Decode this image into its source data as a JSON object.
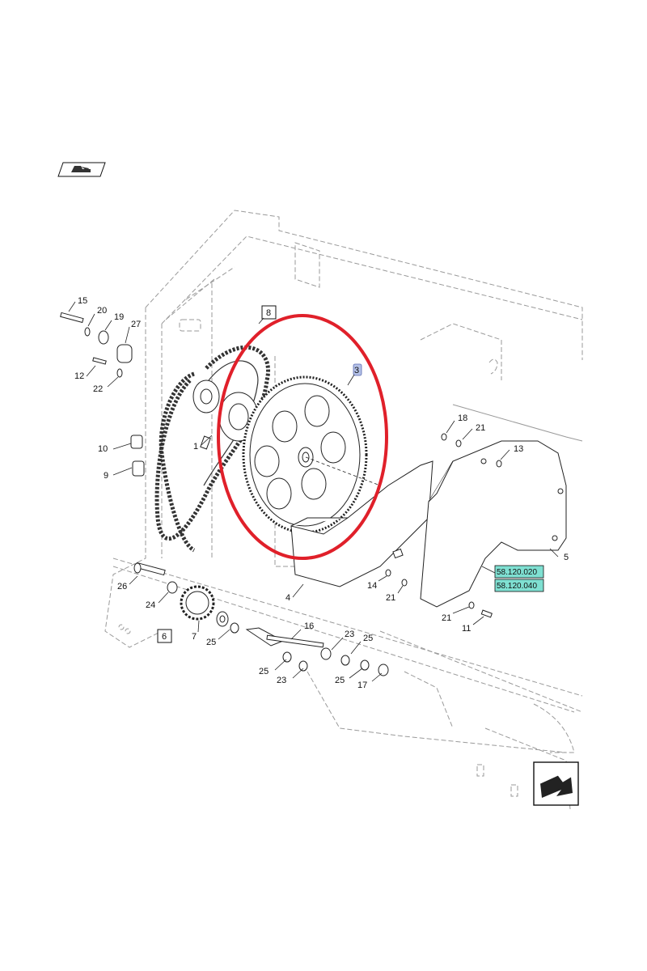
{
  "header": {
    "icon": "wrench-nav-icon"
  },
  "callouts": [
    {
      "id": "c15",
      "label": "15"
    },
    {
      "id": "c20",
      "label": "20"
    },
    {
      "id": "c19",
      "label": "19"
    },
    {
      "id": "c27",
      "label": "27"
    },
    {
      "id": "c12",
      "label": "12"
    },
    {
      "id": "c22",
      "label": "22"
    },
    {
      "id": "c10",
      "label": "10"
    },
    {
      "id": "c9",
      "label": "9"
    },
    {
      "id": "c1",
      "label": "1"
    },
    {
      "id": "c8",
      "label": "8"
    },
    {
      "id": "c3",
      "label": "3"
    },
    {
      "id": "c18",
      "label": "18"
    },
    {
      "id": "c21a",
      "label": "21"
    },
    {
      "id": "c13",
      "label": "13"
    },
    {
      "id": "c5",
      "label": "5"
    },
    {
      "id": "c4",
      "label": "4"
    },
    {
      "id": "c14",
      "label": "14"
    },
    {
      "id": "c21b",
      "label": "21"
    },
    {
      "id": "c21c",
      "label": "21"
    },
    {
      "id": "c11",
      "label": "11"
    },
    {
      "id": "c26",
      "label": "26"
    },
    {
      "id": "c24",
      "label": "24"
    },
    {
      "id": "c7",
      "label": "7"
    },
    {
      "id": "c6",
      "label": "6"
    },
    {
      "id": "c25a",
      "label": "25"
    },
    {
      "id": "c16",
      "label": "16"
    },
    {
      "id": "c23a",
      "label": "23"
    },
    {
      "id": "c25b",
      "label": "25"
    },
    {
      "id": "c25c",
      "label": "25"
    },
    {
      "id": "c23b",
      "label": "23"
    },
    {
      "id": "c25d",
      "label": "25"
    },
    {
      "id": "c17",
      "label": "17"
    }
  ],
  "references": [
    {
      "label": "58.120.020"
    },
    {
      "label": "58.120.040"
    }
  ],
  "highlight": {
    "color": "#e0202a"
  },
  "footer": {
    "icon": "next-page-arrow-icon"
  }
}
